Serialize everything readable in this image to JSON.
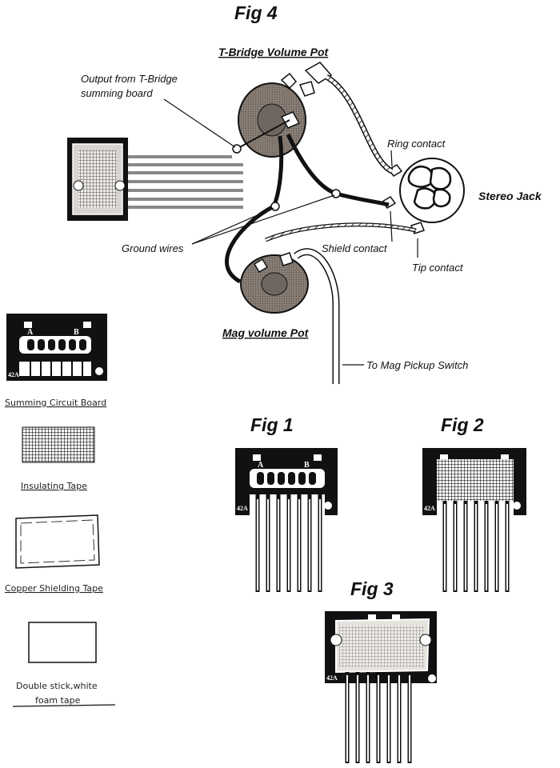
{
  "figures": {
    "fig4": "Fig 4",
    "fig1": "Fig 1",
    "fig2": "Fig 2",
    "fig3": "Fig 3"
  },
  "labels": {
    "tbridge_pot": "T-Bridge Volume Pot",
    "output_line1": "Output from T-Bridge",
    "output_line2": "summing board",
    "ring_contact": "Ring contact",
    "stereo_jack": "Stereo Jack",
    "ground_wires": "Ground wires",
    "shield_contact": "Shield contact",
    "tip_contact": "Tip contact",
    "mag_pot": "Mag volume Pot",
    "to_mag_switch": "To Mag Pickup Switch"
  },
  "legend": {
    "summing_board": "Summing Circuit Board",
    "insulating_tape": "Insulating Tape",
    "copper_tape": "Copper Shielding Tape",
    "foam_line1": "Double stick,white",
    "foam_line2": "foam tape"
  },
  "board_marks": {
    "part": "42A",
    "pin_a": "A",
    "pin_b": "B"
  }
}
